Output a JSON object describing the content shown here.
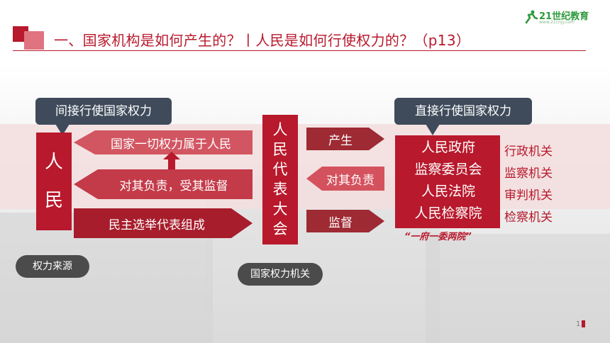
{
  "header": {
    "title": "一、国家机构是如何产生的？丨人民是如何行使权力的？（p13）",
    "logo_text": "21世纪教育",
    "logo_sub": "www.21cnjy.com"
  },
  "callouts": {
    "indirect": "间接行使国家权力",
    "direct": "直接行使国家权力"
  },
  "people": [
    "人",
    "民"
  ],
  "npc": [
    "人",
    "民",
    "代",
    "表",
    "大",
    "会"
  ],
  "arrows": {
    "all_power": "国家一切权力属于人民",
    "responsible_supervised": "对其负责，受其监督",
    "elect_reps": "民主选举代表组成",
    "produce": "产生",
    "responsible": "对其负责",
    "supervise": "监督"
  },
  "organs": [
    "人民政府",
    "监察委员会",
    "人民法院",
    "人民检察院"
  ],
  "organ_types": [
    "行政机关",
    "监察机关",
    "审判机关",
    "检察机关"
  ],
  "quote_label": "“一府一委两院”",
  "labels": {
    "power_source": "权力来源",
    "state_power_organ": "国家权力机关"
  },
  "page_number": "11",
  "colors": {
    "accent_red": "#b8192c",
    "callout_dark": "#3f4b5b",
    "pill_gray": "#4b4b4b",
    "logo_green": "#2e9a3c"
  }
}
